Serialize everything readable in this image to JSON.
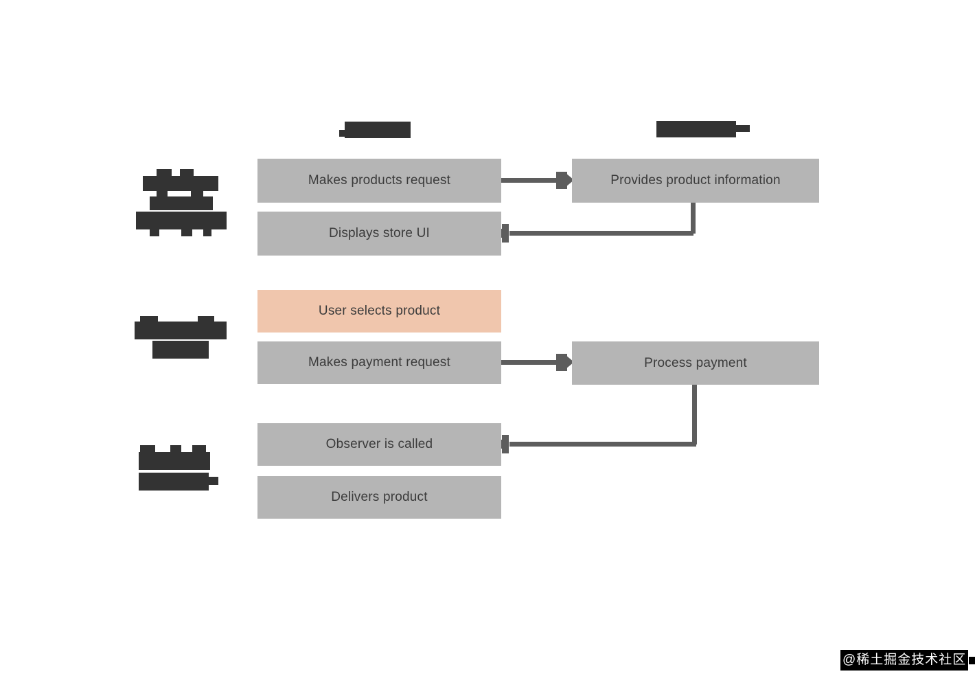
{
  "diagram": {
    "type": "sequence-flow",
    "background": "#ffffff",
    "boxes": [
      {
        "id": "makes-products",
        "label": "Makes products request",
        "variant": "gray",
        "column": "left"
      },
      {
        "id": "provides-info",
        "label": "Provides product information",
        "variant": "gray",
        "column": "right"
      },
      {
        "id": "displays-ui",
        "label": "Displays store UI",
        "variant": "gray",
        "column": "left"
      },
      {
        "id": "user-selects",
        "label": "User selects product",
        "variant": "orange",
        "column": "left"
      },
      {
        "id": "makes-payment",
        "label": "Makes payment request",
        "variant": "orange",
        "column": "left"
      },
      {
        "id": "process-payment",
        "label": "Process payment",
        "variant": "gray",
        "column": "right"
      },
      {
        "id": "observer",
        "label": "Observer is called",
        "variant": "gray",
        "column": "left"
      },
      {
        "id": "delivers",
        "label": "Delivers product",
        "variant": "gray",
        "column": "left"
      }
    ],
    "connectors": [
      {
        "from": "makes-products",
        "to": "provides-info",
        "shape": "straight-right"
      },
      {
        "from": "provides-info",
        "to": "displays-ui",
        "shape": "down-then-left"
      },
      {
        "from": "makes-payment",
        "to": "process-payment",
        "shape": "straight-right"
      },
      {
        "from": "process-payment",
        "to": "observer",
        "shape": "down-then-left"
      }
    ],
    "redacted_regions": [
      "column-header-left",
      "column-header-right",
      "row-label-top",
      "row-label-middle",
      "row-label-bottom"
    ],
    "colors": {
      "connector": "#5d5d5d",
      "box_gray_fill": "#f2f2f2",
      "box_gray_border": "#dcdcdc",
      "box_backing_gray": "#b5b5b5",
      "box_orange_fill": "#fcd8c4",
      "box_orange_border": "#f5bb9e",
      "box_backing_orange": "#f0c6ad",
      "text": "#3b3b3b",
      "redaction": "#333333",
      "watermark_bg": "#000000",
      "watermark_text": "#ffffff"
    }
  },
  "watermark": {
    "text": "@稀土掘金技术社区"
  }
}
